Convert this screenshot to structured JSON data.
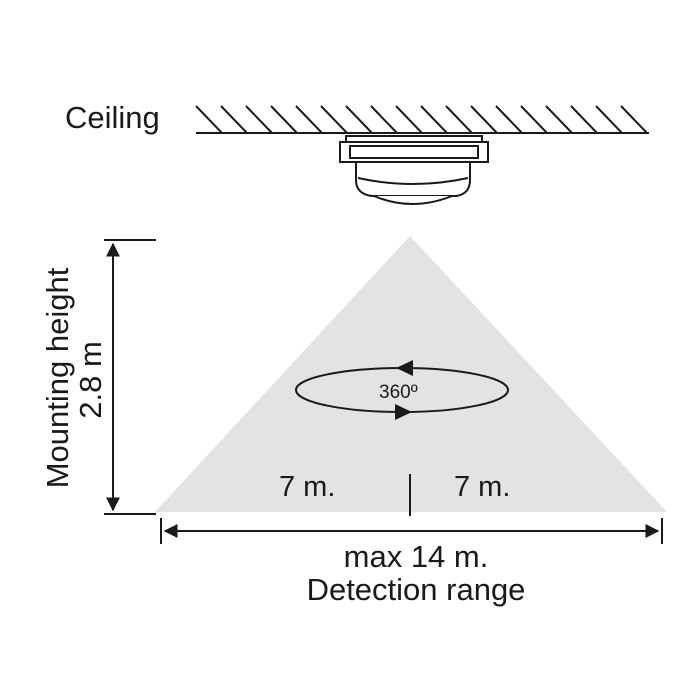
{
  "labels": {
    "ceiling": "Ceiling",
    "mounting_height_title": "Mounting height",
    "mounting_height_value": "2.8 m",
    "rotation": "360º",
    "left_half": "7 m.",
    "right_half": "7 m.",
    "max_range": "max 14 m.",
    "detection_range": "Detection range"
  },
  "colors": {
    "ink": "#1a1a1a",
    "cone_fill": "#e3e3e3"
  }
}
